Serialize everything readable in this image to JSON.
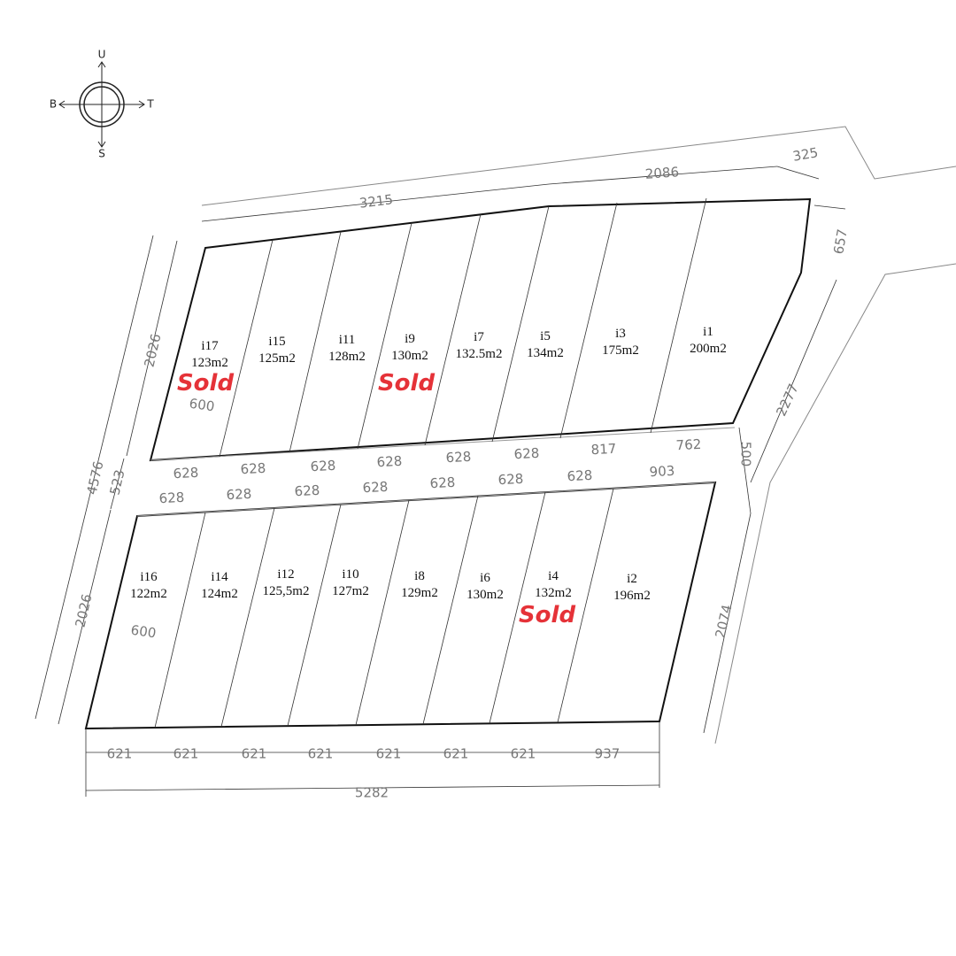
{
  "compass": {
    "north": "U",
    "south": "S",
    "west": "B",
    "east": "T"
  },
  "sold_label": "Sold",
  "lots_top": [
    {
      "id": "i17",
      "area": "123m2",
      "sold": true
    },
    {
      "id": "i15",
      "area": "125m2",
      "sold": false
    },
    {
      "id": "i11",
      "area": "128m2",
      "sold": false
    },
    {
      "id": "i9",
      "area": "130m2",
      "sold": true
    },
    {
      "id": "i7",
      "area": "132.5m2",
      "sold": false
    },
    {
      "id": "i5",
      "area": "134m2",
      "sold": false
    },
    {
      "id": "i3",
      "area": "175m2",
      "sold": false
    },
    {
      "id": "i1",
      "area": "200m2",
      "sold": false
    }
  ],
  "lots_bottom": [
    {
      "id": "i16",
      "area": "122m2",
      "sold": false
    },
    {
      "id": "i14",
      "area": "124m2",
      "sold": false
    },
    {
      "id": "i12",
      "area": "125,5m2",
      "sold": false
    },
    {
      "id": "i10",
      "area": "127m2",
      "sold": false
    },
    {
      "id": "i8",
      "area": "129m2",
      "sold": false
    },
    {
      "id": "i6",
      "area": "130m2",
      "sold": false
    },
    {
      "id": "i4",
      "area": "132m2",
      "sold": true
    },
    {
      "id": "i2",
      "area": "196m2",
      "sold": false
    }
  ],
  "dimensions": {
    "top": [
      "3215",
      "2086",
      "325"
    ],
    "right": [
      "657",
      "2277",
      "500",
      "2074"
    ],
    "left": [
      "4576",
      "2026",
      "523",
      "2026",
      "600",
      "600"
    ],
    "road_upper": [
      "628",
      "628",
      "628",
      "628",
      "628",
      "628",
      "817",
      "762"
    ],
    "road_lower": [
      "628",
      "628",
      "628",
      "628",
      "628",
      "628",
      "628",
      "903"
    ],
    "bottom": [
      "621",
      "621",
      "621",
      "621",
      "621",
      "621",
      "621",
      "937"
    ],
    "bottom_total": "5282"
  }
}
